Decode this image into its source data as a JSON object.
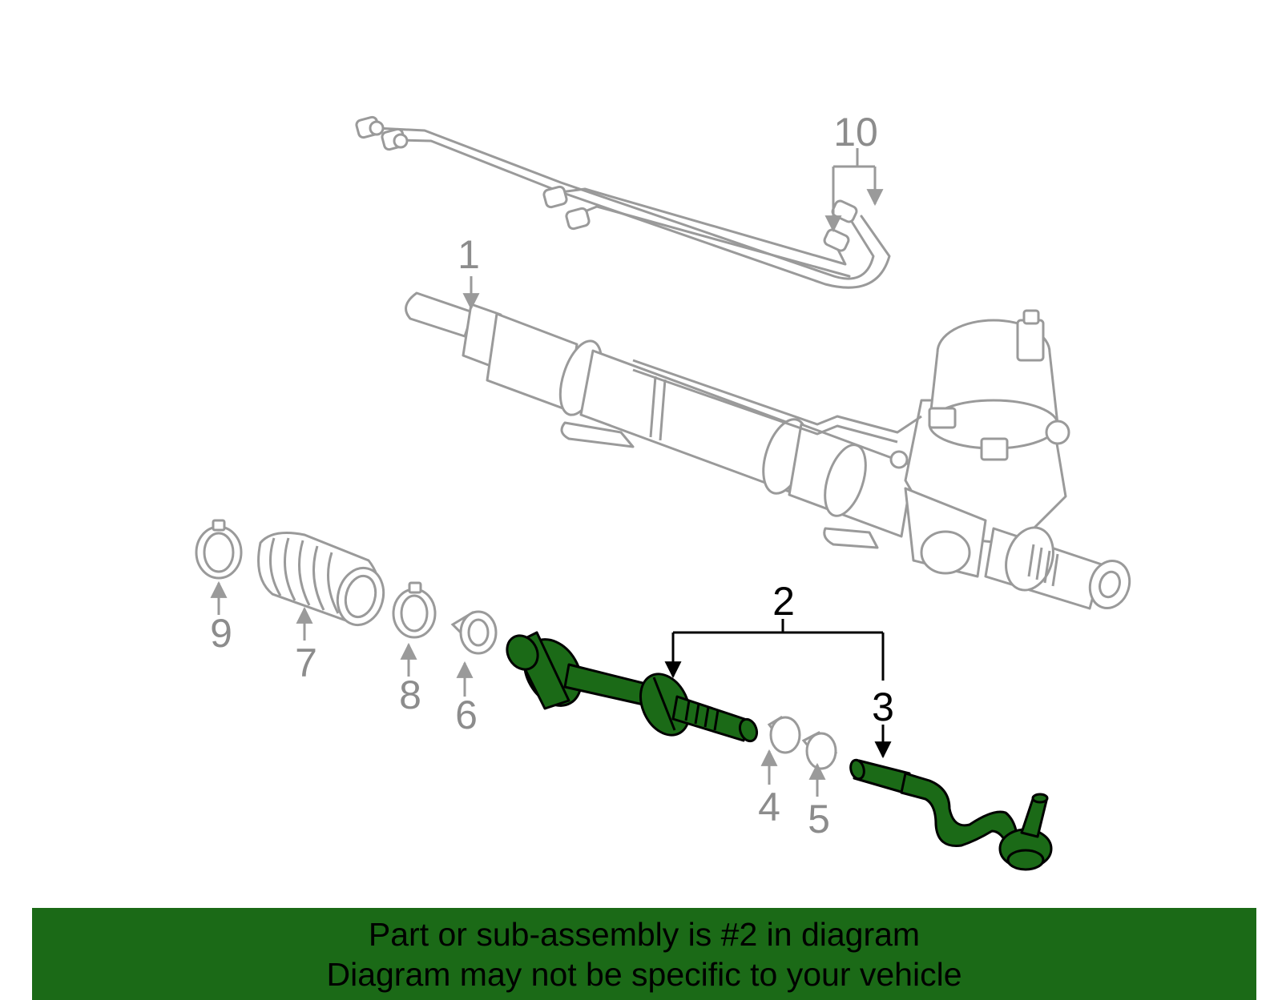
{
  "callouts": {
    "c1": "1",
    "c2": "2",
    "c3": "3",
    "c4": "4",
    "c5": "5",
    "c6": "6",
    "c7": "7",
    "c8": "8",
    "c9": "9",
    "c10": "10"
  },
  "banner": {
    "line1": "Part or sub-assembly is #2 in diagram",
    "line2": "Diagram may not be specific to your vehicle"
  },
  "colors": {
    "highlight": "#1b6a17",
    "outline": "#9a9a9a",
    "label_grey": "#8c8c8c",
    "banner_bg": "#1b6a17"
  }
}
